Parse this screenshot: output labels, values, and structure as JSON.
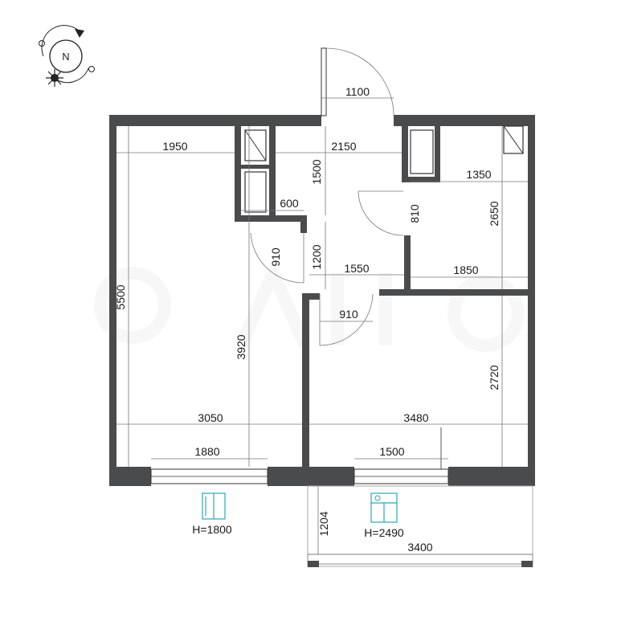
{
  "compass": {
    "label": "N"
  },
  "dimensions": {
    "entry_door": "1100",
    "room1_top": "1950",
    "hall_top": "2150",
    "wardrobe_height": "1500",
    "wardrobe_width": "600",
    "room1_door": "910",
    "hall_depth": "1200",
    "hall_bottom": "1550",
    "room2_door": "910",
    "bath_width": "1350",
    "bath_height": "2650",
    "bath_door": "810",
    "kitchen_top": "1850",
    "room1_height": "5500",
    "room1_inner_height": "3920",
    "kitchen_height": "2720",
    "room1_width": "3050",
    "kitchen_width": "3480",
    "window1_width": "1880",
    "window2_width": "1500",
    "balcony_depth": "1204",
    "balcony_width": "3400"
  },
  "windows": {
    "window1_height": "H=1800",
    "window2_height": "H=2490"
  },
  "colors": {
    "wall": "#4a4b4d",
    "window_icon": "#2aa9b8",
    "compass_sun": "#000000"
  }
}
